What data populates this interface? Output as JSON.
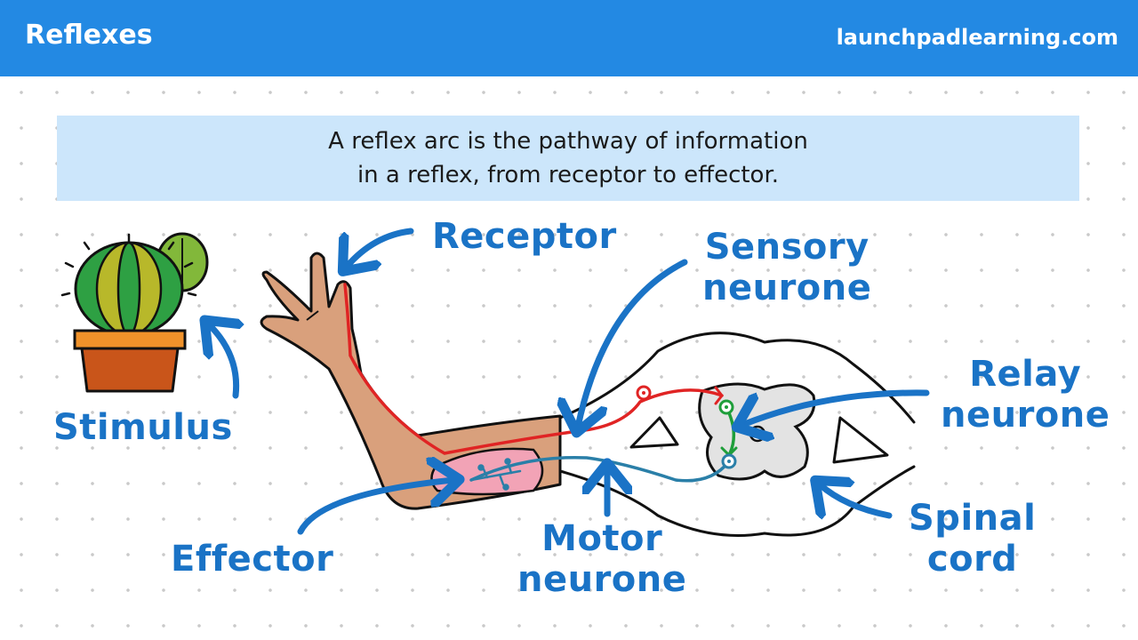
{
  "header": {
    "title": "Reflexes",
    "site": "launchpadlearning.com"
  },
  "info": {
    "line1": "A reflex arc is the pathway of information",
    "line2": "in a reflex, from receptor to effector."
  },
  "labels": {
    "receptor": "Receptor",
    "sensory_line1": "Sensory",
    "sensory_line2": "neurone",
    "relay_line1": "Relay",
    "relay_line2": "neurone",
    "spinal_line1": "Spinal",
    "spinal_line2": "cord",
    "motor_line1": "Motor",
    "motor_line2": "neurone",
    "effector": "Effector",
    "stimulus": "Stimulus"
  },
  "colors": {
    "header_bg": "#2389e3",
    "info_bg": "#cce6fb",
    "label": "#1a73c6",
    "sensory_neurone": "#e02424",
    "relay_neurone": "#1e9e3a",
    "motor_neurone": "#2a7fa8",
    "skin": "#d9a07c",
    "muscle": "#f2a3b6",
    "cactus": "#2ea043",
    "pot": "#c9551a"
  }
}
